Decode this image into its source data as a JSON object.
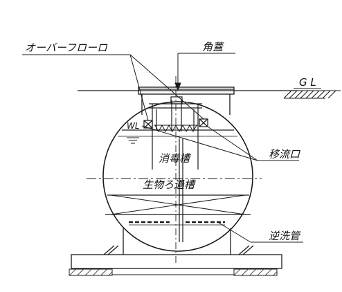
{
  "labels": {
    "overflow_port": "オーバーフローロ",
    "manhole_cover": "角蓋",
    "ground_level": "G L",
    "water_level": "WL",
    "disinfection_tank": "消毒槽",
    "transfer_port": "移流口",
    "biofilter_tank": "生物ろ過槽",
    "backwash_pipe": "逆洗管"
  },
  "colors": {
    "line": "#1a1a1a",
    "background": "#ffffff"
  }
}
